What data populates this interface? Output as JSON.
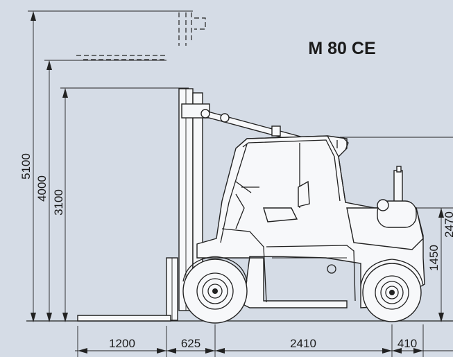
{
  "title": "M 80 CE",
  "dimensions": {
    "max_height": "5100",
    "free_lift": "4000",
    "mast_height": "3100",
    "overhead_guard": "2470",
    "seat_height": "1450",
    "fork_length": "1200",
    "front_overhang": "625",
    "wheelbase": "2410",
    "rear_overhang": "410"
  },
  "colors": {
    "background": "#d5dce6",
    "line": "#222222"
  }
}
